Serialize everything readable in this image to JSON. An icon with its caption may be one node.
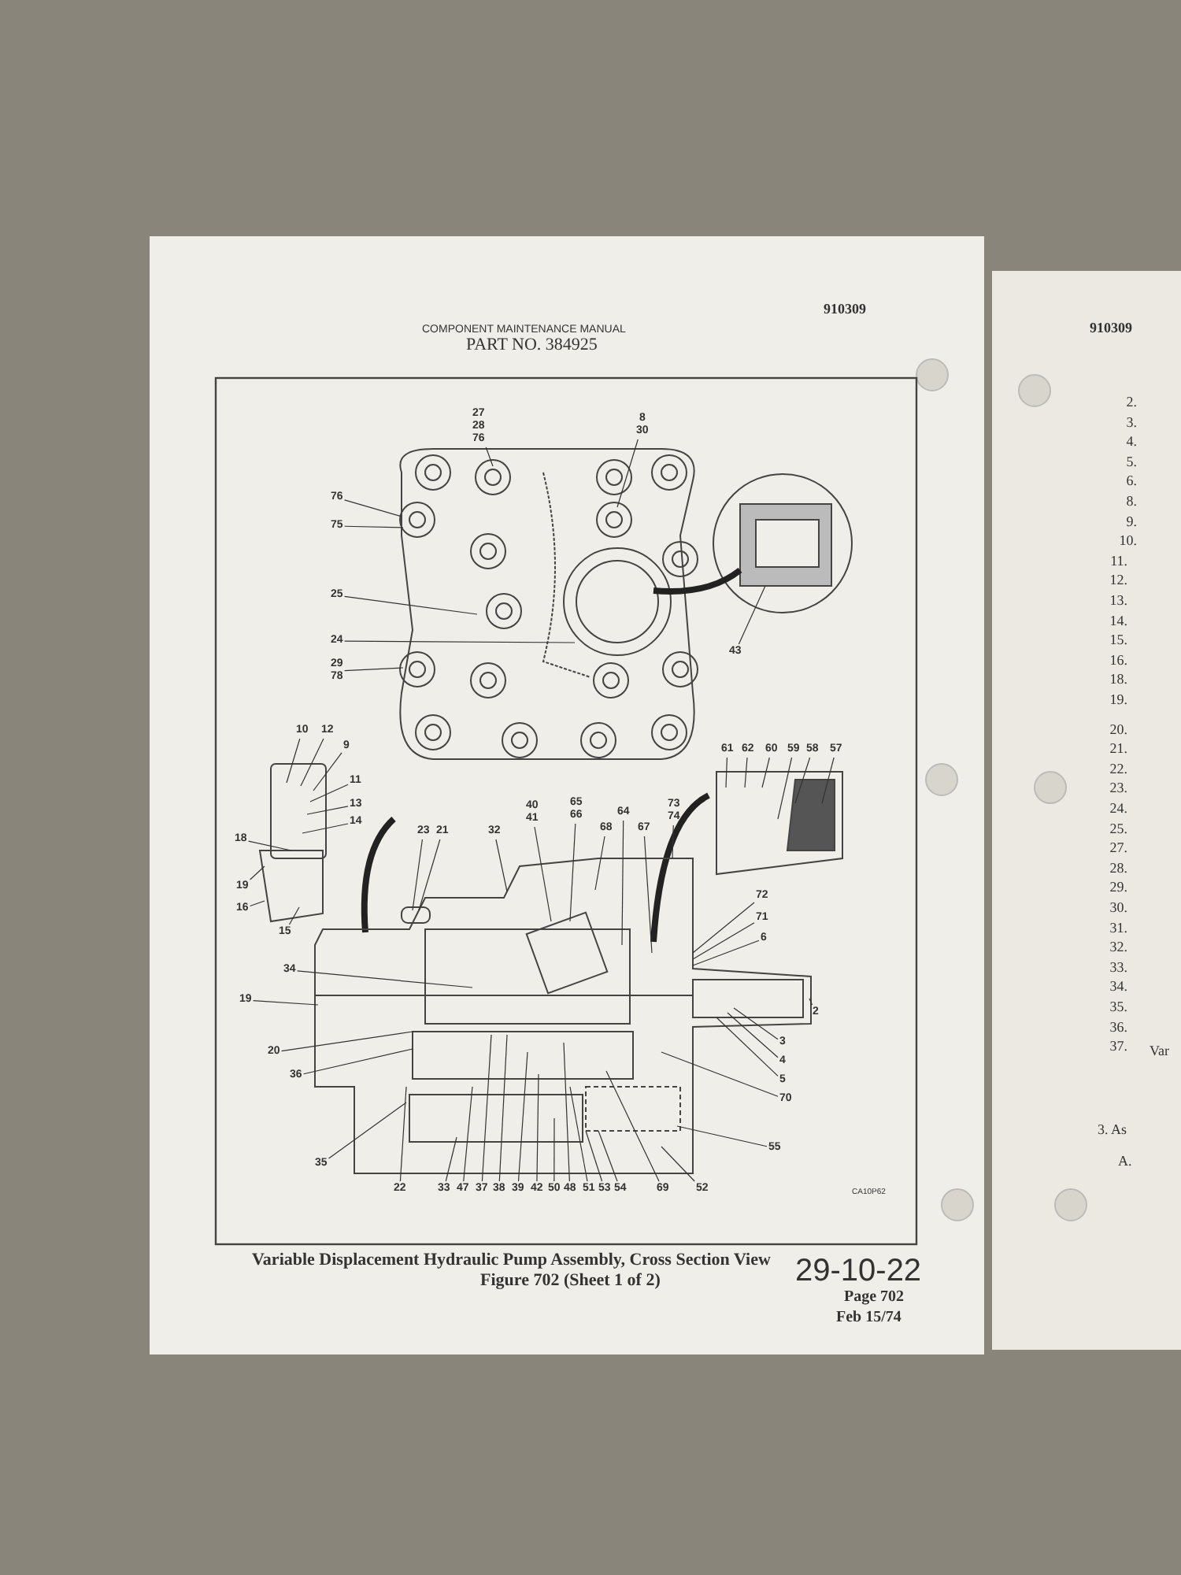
{
  "diagram": {
    "caption": "Variable Displacement Hydraulic Pump Assembly, Cross Section View",
    "nodes": [
      {
        "text": [
          "27",
          "28",
          "76"
        ]
      },
      {
        "text": [
          "8",
          "30"
        ]
      },
      {
        "text": [
          "76"
        ]
      },
      {
        "text": [
          "75"
        ]
      },
      {
        "text": [
          "25"
        ]
      },
      {
        "text": [
          "24"
        ]
      },
      {
        "text": [
          "29",
          "78"
        ]
      },
      {
        "text": [
          "43"
        ]
      },
      {
        "text": [
          "10"
        ]
      },
      {
        "text": [
          "12"
        ]
      },
      {
        "text": [
          "9"
        ]
      },
      {
        "text": [
          "61"
        ]
      },
      {
        "text": [
          "62"
        ]
      },
      {
        "text": [
          "60"
        ]
      },
      {
        "text": [
          "59"
        ]
      },
      {
        "text": [
          "58"
        ]
      },
      {
        "text": [
          "57"
        ]
      },
      {
        "text": [
          "11"
        ]
      },
      {
        "text": [
          "13"
        ]
      },
      {
        "text": [
          "14"
        ]
      },
      {
        "text": [
          "73",
          "74"
        ]
      },
      {
        "text": [
          "64"
        ]
      },
      {
        "text": [
          "65",
          "66"
        ]
      },
      {
        "text": [
          "40",
          "41"
        ]
      },
      {
        "text": [
          "68"
        ]
      },
      {
        "text": [
          "67"
        ]
      },
      {
        "text": [
          "23"
        ]
      },
      {
        "text": [
          "21"
        ]
      },
      {
        "text": [
          "32"
        ]
      },
      {
        "text": [
          "18"
        ]
      },
      {
        "text": [
          "19"
        ]
      },
      {
        "text": [
          "72"
        ]
      },
      {
        "text": [
          "16"
        ]
      },
      {
        "text": [
          "71"
        ]
      },
      {
        "text": [
          "6"
        ]
      },
      {
        "text": [
          "15"
        ]
      },
      {
        "text": [
          "34"
        ]
      },
      {
        "text": [
          "19"
        ]
      },
      {
        "text": [
          "2"
        ]
      },
      {
        "text": [
          "3"
        ]
      },
      {
        "text": [
          "4"
        ]
      },
      {
        "text": [
          "5"
        ]
      },
      {
        "text": [
          "20"
        ]
      },
      {
        "text": [
          "36"
        ]
      },
      {
        "text": [
          "70"
        ]
      },
      {
        "text": [
          "55"
        ]
      },
      {
        "text": [
          "35"
        ]
      },
      {
        "text": [
          "22"
        ]
      },
      {
        "text": [
          "33"
        ]
      },
      {
        "text": [
          "47"
        ]
      },
      {
        "text": [
          "37"
        ]
      },
      {
        "text": [
          "38"
        ]
      },
      {
        "text": [
          "39"
        ]
      },
      {
        "text": [
          "42"
        ]
      },
      {
        "text": [
          "50"
        ]
      },
      {
        "text": [
          "48"
        ]
      },
      {
        "text": [
          "51"
        ]
      },
      {
        "text": [
          "53"
        ]
      },
      {
        "text": [
          "54"
        ]
      },
      {
        "text": [
          "69"
        ]
      },
      {
        "text": [
          "52"
        ]
      }
    ],
    "edges": [
      {
        "from": 0,
        "to": null,
        "arrow": "none"
      },
      {
        "from": 1,
        "to": null,
        "arrow": "none"
      },
      {
        "from": 2,
        "to": null,
        "arrow": "none"
      },
      {
        "from": 3,
        "to": null,
        "arrow": "none"
      },
      {
        "from": 4,
        "to": null,
        "arrow": "none"
      },
      {
        "from": 5,
        "to": null,
        "arrow": "none"
      },
      {
        "from": 6,
        "to": null,
        "arrow": "none"
      },
      {
        "from": 7,
        "to": null,
        "arrow": "none"
      },
      {
        "from": 8,
        "to": null,
        "arrow": "none"
      },
      {
        "from": 9,
        "to": null,
        "arrow": "none"
      },
      {
        "from": 10,
        "to": null,
        "arrow": "none"
      },
      {
        "from": 11,
        "to": null,
        "arrow": "none"
      },
      {
        "from": 12,
        "to": null,
        "arrow": "none"
      },
      {
        "from": 13,
        "to": null,
        "arrow": "none"
      },
      {
        "from": 14,
        "to": null,
        "arrow": "none"
      },
      {
        "from": 15,
        "to": null,
        "arrow": "none"
      },
      {
        "from": 16,
        "to": null,
        "arrow": "none"
      },
      {
        "from": 17,
        "to": null,
        "arrow": "none"
      },
      {
        "from": 18,
        "to": null,
        "arrow": "none"
      },
      {
        "from": 19,
        "to": null,
        "arrow": "none"
      },
      {
        "from": 20,
        "to": null,
        "arrow": "none"
      },
      {
        "from": 21,
        "to": null,
        "arrow": "none"
      },
      {
        "from": 22,
        "to": null,
        "arrow": "none"
      },
      {
        "from": 23,
        "to": null,
        "arrow": "none"
      },
      {
        "from": 24,
        "to": null,
        "arrow": "none"
      },
      {
        "from": 25,
        "to": null,
        "arrow": "none"
      },
      {
        "from": 26,
        "to": null,
        "arrow": "none"
      },
      {
        "from": 27,
        "to": null,
        "arrow": "none"
      },
      {
        "from": 28,
        "to": null,
        "arrow": "none"
      },
      {
        "from": 29,
        "to": null,
        "arrow": "none"
      },
      {
        "from": 30,
        "to": null,
        "arrow": "none"
      },
      {
        "from": 31,
        "to": null,
        "arrow": "none"
      },
      {
        "from": 32,
        "to": null,
        "arrow": "none"
      },
      {
        "from": 33,
        "to": null,
        "arrow": "none"
      },
      {
        "from": 34,
        "to": null,
        "arrow": "none"
      },
      {
        "from": 35,
        "to": null,
        "arrow": "none"
      },
      {
        "from": 36,
        "to": null,
        "arrow": "none"
      },
      {
        "from": 37,
        "to": null,
        "arrow": "none"
      },
      {
        "from": 38,
        "to": null,
        "arrow": "none"
      },
      {
        "from": 39,
        "to": null,
        "arrow": "none"
      },
      {
        "from": 40,
        "to": null,
        "arrow": "none"
      },
      {
        "from": 41,
        "to": null,
        "arrow": "none"
      },
      {
        "from": 42,
        "to": null,
        "arrow": "none"
      },
      {
        "from": 43,
        "to": null,
        "arrow": "none"
      },
      {
        "from": 44,
        "to": null,
        "arrow": "none"
      },
      {
        "from": 45,
        "to": null,
        "arrow": "none"
      },
      {
        "from": 46,
        "to": null,
        "arrow": "none"
      },
      {
        "from": 47,
        "to": null,
        "arrow": "none"
      },
      {
        "from": 48,
        "to": null,
        "arrow": "none"
      },
      {
        "from": 49,
        "to": null,
        "arrow": "none"
      },
      {
        "from": 50,
        "to": null,
        "arrow": "none"
      },
      {
        "from": 51,
        "to": null,
        "arrow": "none"
      },
      {
        "from": 52,
        "to": null,
        "arrow": "none"
      },
      {
        "from": 53,
        "to": null,
        "arrow": "none"
      },
      {
        "from": 54,
        "to": null,
        "arrow": "none"
      },
      {
        "from": 55,
        "to": null,
        "arrow": "none"
      },
      {
        "from": 56,
        "to": null,
        "arrow": "none"
      },
      {
        "from": 57,
        "to": null,
        "arrow": "none"
      },
      {
        "from": 58,
        "to": null,
        "arrow": "none"
      },
      {
        "from": 59,
        "to": null,
        "arrow": "none"
      },
      {
        "from": 60,
        "to": null,
        "arrow": "none"
      }
    ],
    "labels": [
      "COMPONENT MAINTENANCE MANUAL",
      "PART NO. 384925",
      "910309",
      "CA10P62",
      "Figure 702 (Sheet 1 of 2)",
      "29-10-22",
      "Page 702",
      "Feb 15/74",
      "910309",
      "2.",
      "3.",
      "4.",
      "5.",
      "6.",
      "8.",
      "9.",
      "10.",
      "11.",
      "12.",
      "13.",
      "14.",
      "15.",
      "16.",
      "18.",
      "19.",
      "20.",
      "21.",
      "22.",
      "23.",
      "24.",
      "25.",
      "27.",
      "28.",
      "29.",
      "30.",
      "31.",
      "32.",
      "33.",
      "34.",
      "35.",
      "36.",
      "37.",
      "Var",
      "3. As",
      "A."
    ]
  }
}
